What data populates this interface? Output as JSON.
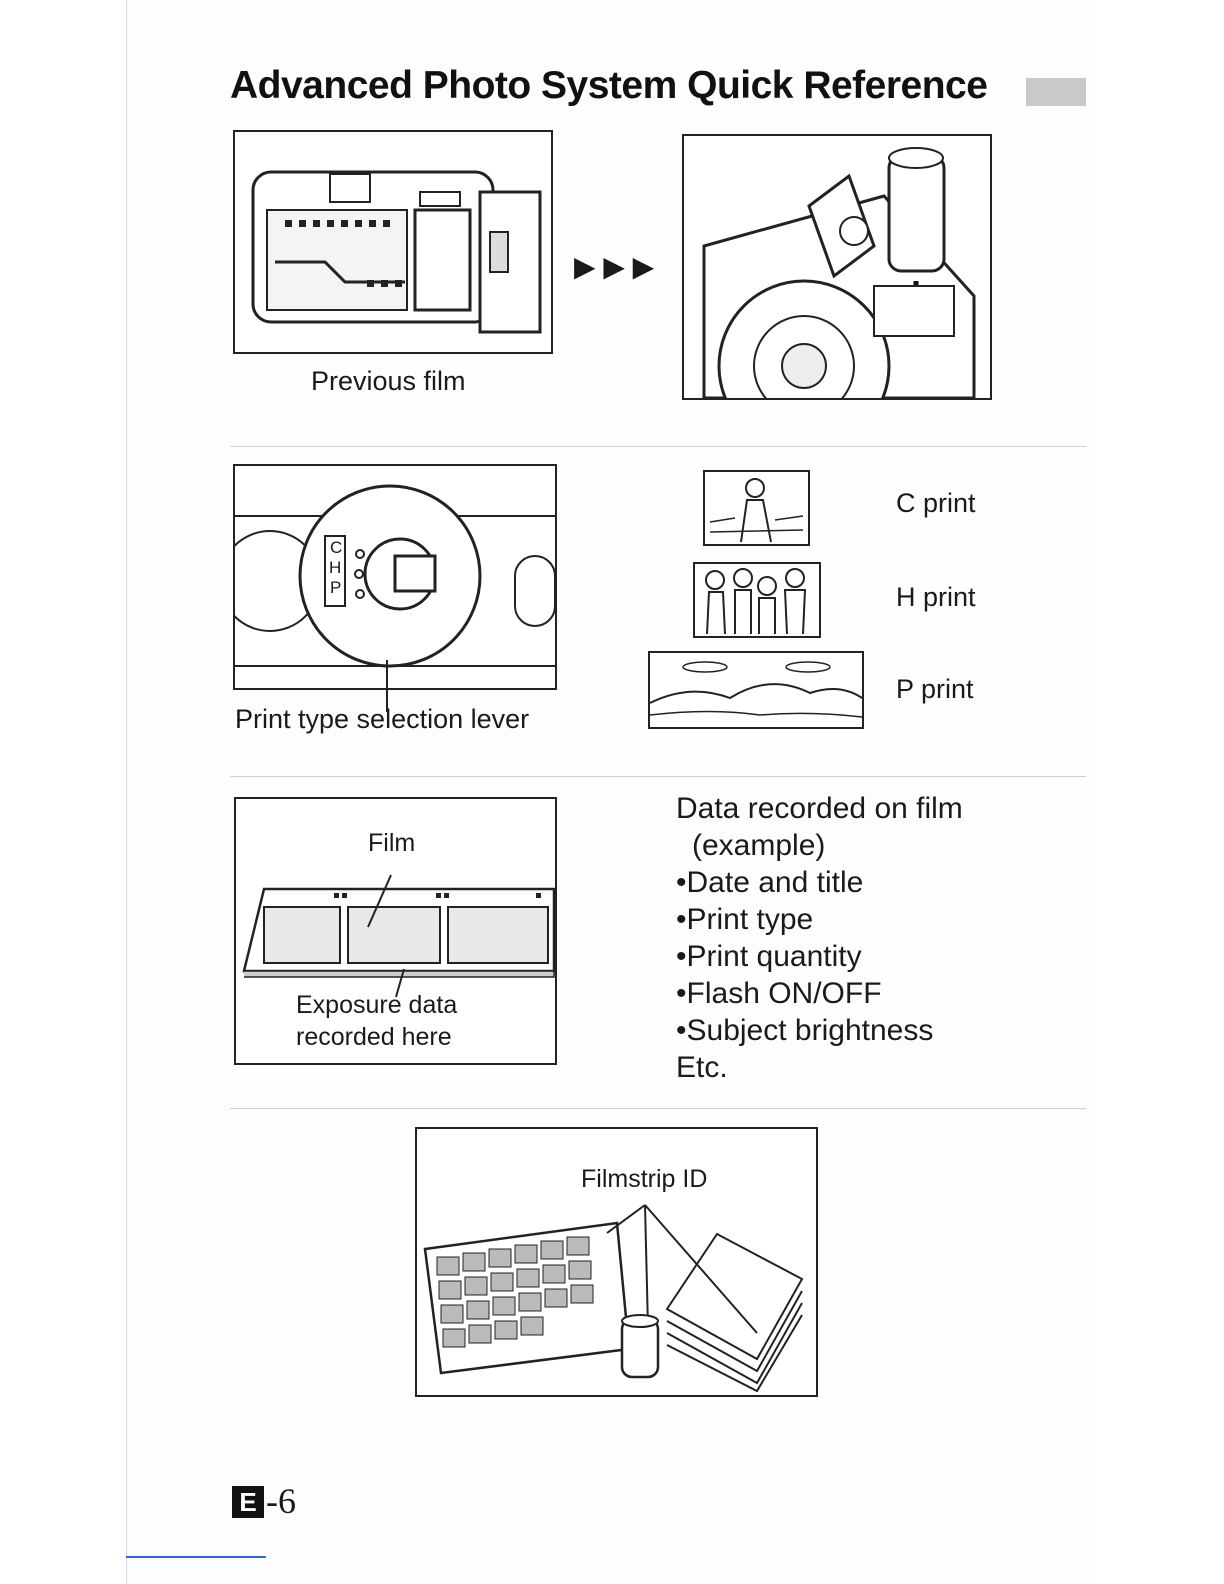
{
  "header": {
    "title": "Advanced Photo System Quick Reference"
  },
  "section_film": {
    "previous_film_caption": "Previous film",
    "arrow_symbol": "▶ ▶ ▶"
  },
  "section_print": {
    "lever_caption": "Print type selection lever",
    "lever_letters": [
      "C",
      "H",
      "P"
    ],
    "print_types": [
      "C print",
      "H print",
      "P print"
    ]
  },
  "section_data": {
    "film_label": "Film",
    "exposure_label_line1": "Exposure data",
    "exposure_label_line2": "recorded here",
    "heading_line1": "Data recorded on film",
    "heading_line2": "(example)",
    "items": [
      "Date and title",
      "Print type",
      "Print quantity",
      "Flash ON/OFF",
      "Subject brightness"
    ],
    "etc": "Etc."
  },
  "section_index": {
    "filmstrip_label": "Filmstrip ID"
  },
  "footer": {
    "badge": "E",
    "page_number": "-6"
  }
}
